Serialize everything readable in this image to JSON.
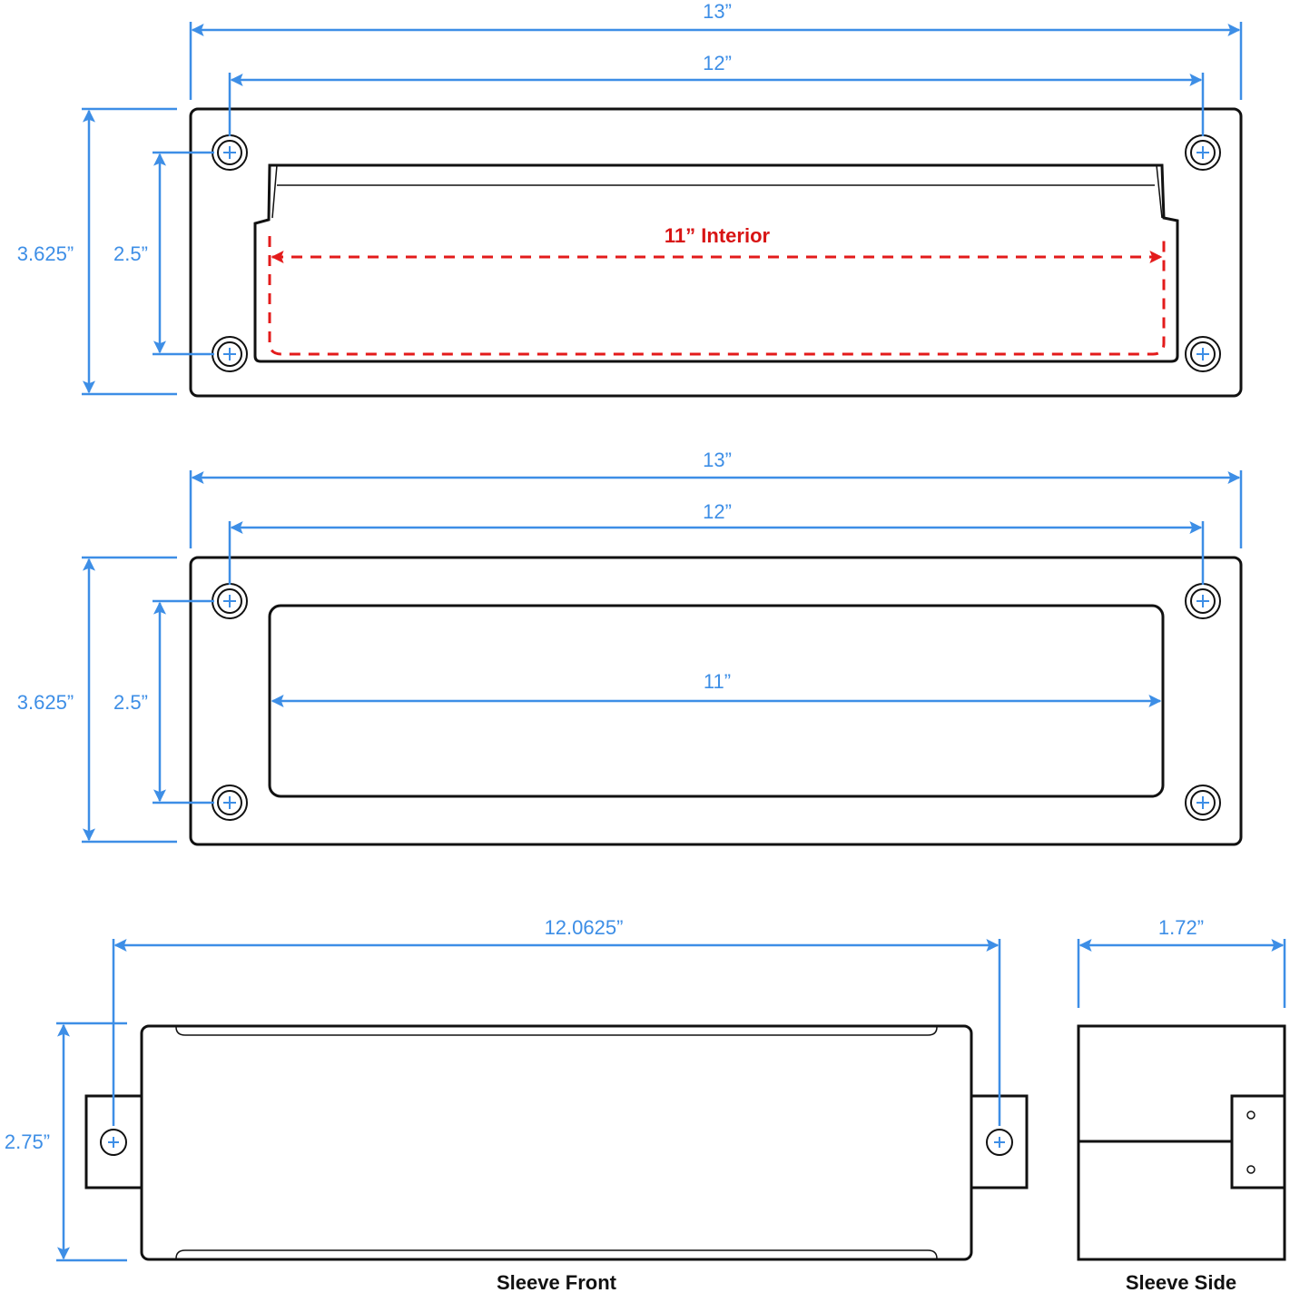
{
  "colors": {
    "dimension": "#3d8ee6",
    "interior": "#e31b1b",
    "outline": "#111111",
    "background": "#ffffff"
  },
  "top_view": {
    "overall_width": "13”",
    "hole_spacing_width": "12”",
    "overall_height": "3.625”",
    "hole_spacing_height": "2.5”",
    "interior_width": "11” Interior"
  },
  "middle_view": {
    "overall_width": "13”",
    "hole_spacing_width": "12”",
    "overall_height": "3.625”",
    "hole_spacing_height": "2.5”",
    "opening_width": "11”"
  },
  "sleeve_front": {
    "width": "12.0625”",
    "height": "2.75”",
    "caption": "Sleeve Front"
  },
  "sleeve_side": {
    "depth": "1.72”",
    "caption": "Sleeve Side"
  }
}
